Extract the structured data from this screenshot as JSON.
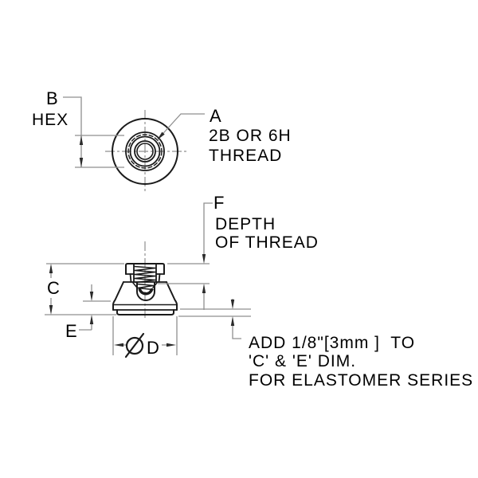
{
  "drawing": {
    "labels": {
      "b": "B",
      "b_sub": "HEX",
      "a": "A",
      "a_line2": "2B OR 6H",
      "a_line3": "THREAD",
      "f": "F",
      "f_line2": "DEPTH",
      "f_line3": "OF THREAD",
      "c": "C",
      "e": "E",
      "d": "D",
      "d_symbol": "⌀"
    },
    "note": {
      "line1": "ADD 1/8\"[3mm ]  TO",
      "line2": "'C' & 'E' DIM.",
      "line3": "FOR ELASTOMER SERIES"
    },
    "colors": {
      "part_line": "#1a1a1a",
      "dim_line": "#8f8f8f",
      "arrow": "#2b2b2b",
      "text": "#000000",
      "background": "#ffffff"
    }
  }
}
